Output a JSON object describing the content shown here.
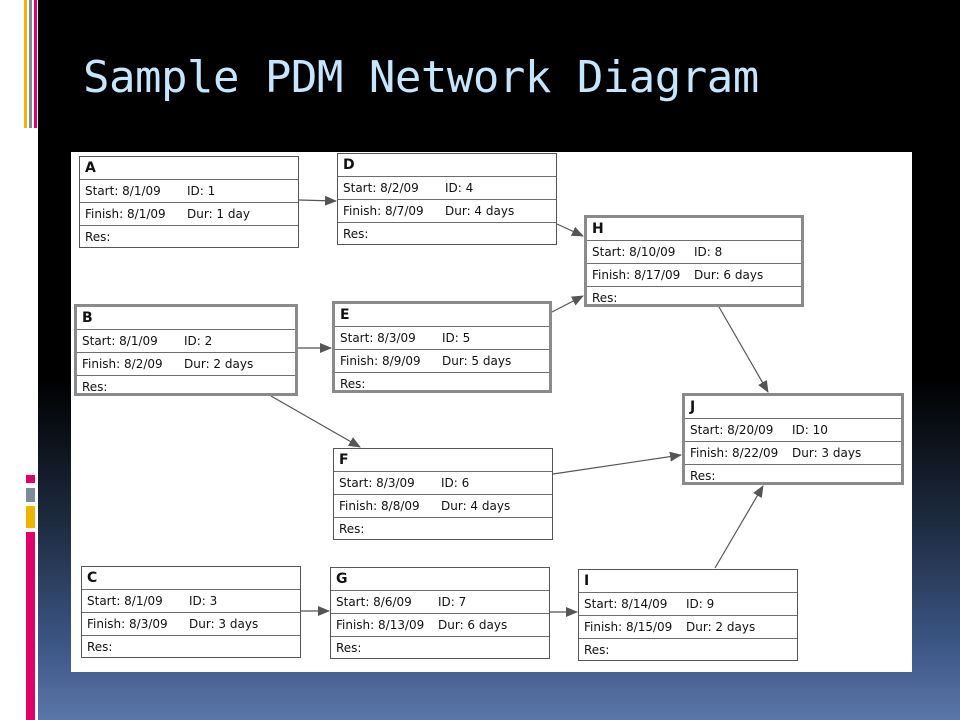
{
  "title": "Sample PDM Network Diagram",
  "labels": {
    "start": "Start:",
    "finish": "Finish:",
    "id": "ID:",
    "dur": "Dur:",
    "res": "Res:"
  },
  "colors": {
    "title": "#c6e5ff",
    "accent_yellow": "#f0b400",
    "accent_pink": "#e0006a",
    "accent_gray": "#7d8a99"
  },
  "activities": [
    {
      "name": "A",
      "start": "8/1/09",
      "id": "1",
      "finish": "8/1/09",
      "dur": "1 day"
    },
    {
      "name": "B",
      "start": "8/1/09",
      "id": "2",
      "finish": "8/2/09",
      "dur": "2 days"
    },
    {
      "name": "C",
      "start": "8/1/09",
      "id": "3",
      "finish": "8/3/09",
      "dur": "3 days"
    },
    {
      "name": "D",
      "start": "8/2/09",
      "id": "4",
      "finish": "8/7/09",
      "dur": "4 days"
    },
    {
      "name": "E",
      "start": "8/3/09",
      "id": "5",
      "finish": "8/9/09",
      "dur": "5 days"
    },
    {
      "name": "F",
      "start": "8/3/09",
      "id": "6",
      "finish": "8/8/09",
      "dur": "4 days"
    },
    {
      "name": "G",
      "start": "8/6/09",
      "id": "7",
      "finish": "8/13/09",
      "dur": "6 days"
    },
    {
      "name": "H",
      "start": "8/10/09",
      "id": "8",
      "finish": "8/17/09",
      "dur": "6 days"
    },
    {
      "name": "I",
      "start": "8/14/09",
      "id": "9",
      "finish": "8/15/09",
      "dur": "2 days"
    },
    {
      "name": "J",
      "start": "8/20/09",
      "id": "10",
      "finish": "8/22/09",
      "dur": "3 days"
    }
  ],
  "dependencies": [
    [
      "A",
      "D"
    ],
    [
      "B",
      "E"
    ],
    [
      "B",
      "F"
    ],
    [
      "C",
      "G"
    ],
    [
      "D",
      "H"
    ],
    [
      "E",
      "H"
    ],
    [
      "F",
      "J"
    ],
    [
      "G",
      "I"
    ],
    [
      "H",
      "J"
    ],
    [
      "I",
      "J"
    ]
  ]
}
